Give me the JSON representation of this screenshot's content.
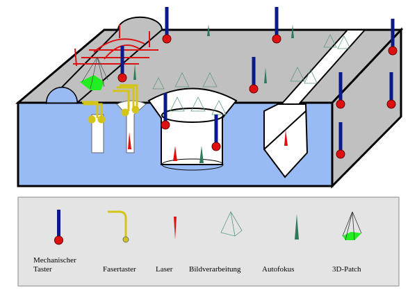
{
  "legend": {
    "items": [
      {
        "id": "mech",
        "label": "Mechanischer Taster",
        "line1": "Mechanischer",
        "line2": "Taster"
      },
      {
        "id": "faser",
        "label": "Fasertaster"
      },
      {
        "id": "laser",
        "label": "Laser"
      },
      {
        "id": "bild",
        "label": "Bildverarbeitung"
      },
      {
        "id": "auto",
        "label": "Autofokus"
      },
      {
        "id": "patch",
        "label": "3D-Patch"
      }
    ]
  },
  "colors": {
    "top": "#c0c0c0",
    "front": "#99bbf5",
    "probe": "#0a1a8c",
    "ball": "#dd1111",
    "fiber": "#d4c41a",
    "laser": "#dd1111",
    "autofocus": "#2e7a5a",
    "patch": "#22ee22",
    "legendBg": "#e4e4e4"
  }
}
